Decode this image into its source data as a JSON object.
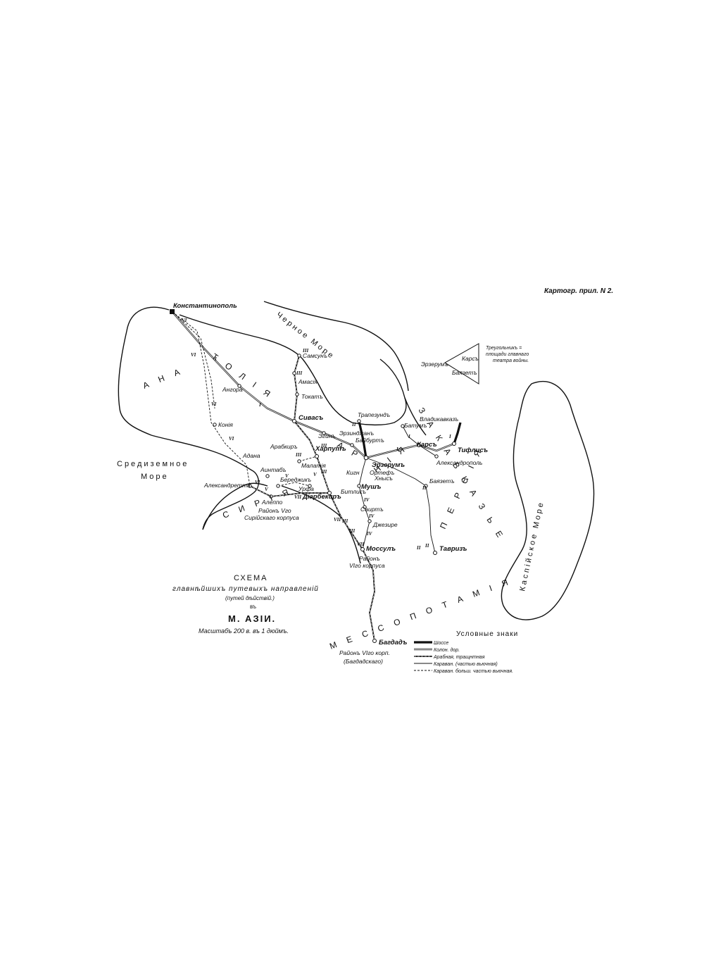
{
  "header": {
    "plate": "Картогр. прил. N 2."
  },
  "title": {
    "line1": "СХЕМА",
    "line2": "главнѣйшихъ путевыхъ направленій",
    "line3": "(путей дѣйствій.)",
    "line4": "въ",
    "line5": "М. АЗІИ.",
    "scale": "Масштабъ 200 в. въ 1 дюймъ."
  },
  "triangle": {
    "corners": [
      "Эрзерумъ",
      "Карсъ",
      "Баязетъ"
    ],
    "note_line1": "Треугольникъ =",
    "note_line2": "площади главнаго",
    "note_line3": "театра войны."
  },
  "legend": {
    "title": "Условные знаки",
    "items": [
      {
        "label": "Шоссе",
        "style": "highway"
      },
      {
        "label": "Колон. дор.",
        "style": "colonel"
      },
      {
        "label": "Арабная, тращнтная",
        "style": "araba"
      },
      {
        "label": "Караван. (частью вьючная)",
        "style": "caravan"
      },
      {
        "label": "Караван. больш. частью вьючная.",
        "style": "pack"
      }
    ]
  },
  "seas": {
    "black": "Черное Море",
    "caspian": "Каспійское Море",
    "mediterranean_1": "Средиземное",
    "mediterranean_2": "Море"
  },
  "regions": {
    "anatolia_a": "А Н А",
    "anatolia_b": "Т О Л І Я",
    "armenia_a": "А Р",
    "armenia_b": "Н І Я",
    "syria": "С И Р І Я",
    "persia": "П Е Р С І Я",
    "caucasus": "З А К А В К А З Ь Е",
    "mesopotamia": "М Е С С О П О Т А М І Я"
  },
  "towns": {
    "konstantinopol": "Константинополь",
    "samsun": "Самсунъ",
    "amasia": "Амасія",
    "tokat": "Токатъ",
    "angora": "Ангора",
    "sivas": "Сивасъ",
    "konia": "Конія",
    "adana": "Адана",
    "aleksandretta": "Александретта",
    "aintab": "Аинтабъ",
    "berejik": "Береджикъ",
    "aleppo": "Алеппо",
    "urfa": "Урфа",
    "diarbekir": "Діарбекиръ",
    "malatia": "Малатія",
    "arabkir": "Арабкиръ",
    "kharput": "Харпутъ",
    "egin": "Эгинъ",
    "erzindzhan": "Эрзинджанъ",
    "baiburt": "Байбуртъ",
    "trapezund": "Трапезундъ",
    "batum": "Батумъ",
    "vladikavkaz": "Владикавказъ",
    "kars": "Карсъ",
    "tiflis": "Тифлисъ",
    "aleksandropol": "Александрополь",
    "erzerum": "Эрзерумъ",
    "kigi": "Кигн",
    "ortef": "Ортефъ",
    "khnys": "Хнысъ",
    "bayazet": "Баязетъ",
    "bitlis": "Битлисъ",
    "mush": "Мушъ",
    "sairt": "Саиртъ",
    "dzhezire": "Джезире",
    "mossul": "Моссулъ",
    "tavriz": "Тавризъ",
    "bagdad": "Багдадъ"
  },
  "districts": {
    "syrian_1": "Районъ Vго",
    "syrian_2": "Сирійскаго корпуса",
    "sixth_1": "Районъ",
    "sixth_2": "VIго корпуса",
    "baghdad_1": "Районъ VIго корп.",
    "baghdad_2": "(Багдадскаго)"
  },
  "corps_numbers": {
    "c1": "VI",
    "c2": "VI",
    "c3": "I",
    "c4": "I",
    "c5": "III",
    "c6": "III",
    "c7": "VI",
    "c8": "VI",
    "c9": "VI",
    "c10": "V",
    "c11": "V",
    "c12": "VII",
    "c13": "V",
    "c14": "III",
    "c15": "III",
    "c16": "II",
    "c17": "I",
    "c18": "I",
    "c19": "II",
    "c20": "II",
    "c21": "IV",
    "c22": "IV",
    "c23": "IV",
    "c24": "VII",
    "c25": "III",
    "c26": "III",
    "c27": "VII",
    "c28": "II",
    "c29": "III",
    "c30": "I"
  },
  "colors": {
    "ink": "#111111",
    "paper": "#ffffff"
  }
}
